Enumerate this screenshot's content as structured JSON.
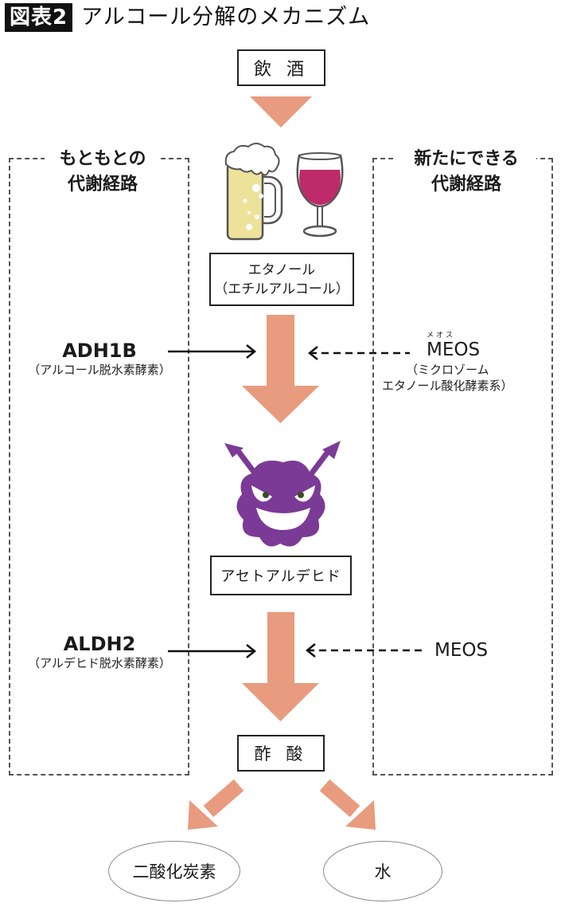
{
  "title": {
    "badge": "図表2",
    "text": "アルコール分解のメカニズム"
  },
  "colors": {
    "arrow_fill": "#E89B7E",
    "beer_fill": "#EDE29A",
    "wine_fill": "#BE2A6A",
    "devil_fill": "#7B3A96",
    "dash_border": "#555555"
  },
  "flow": {
    "drinking": "飲 酒",
    "ethanol": {
      "line1": "エタノール",
      "line2": "（エチルアルコール）"
    },
    "acetaldehyde": "アセトアルデヒド",
    "acetic_acid": "酢 酸",
    "products": [
      "二酸化炭素",
      "水"
    ]
  },
  "left_pathway": {
    "heading_line1": "もともとの",
    "heading_line2": "代謝経路",
    "enzymes": [
      {
        "name": "ADH1B",
        "desc": "（アルコール脱水素酵素）"
      },
      {
        "name": "ALDH2",
        "desc": "（アルデヒド脱水素酵素）"
      }
    ]
  },
  "right_pathway": {
    "heading_line1": "新たにできる",
    "heading_line2": "代謝経路",
    "enzymes": [
      {
        "name": "MEOS",
        "ruby": "メオス",
        "desc_line1": "（ミクロゾーム",
        "desc_line2": "エタノール酸化酵素系）"
      },
      {
        "name": "MEOS"
      }
    ]
  },
  "icons": [
    "beer-mug-icon",
    "wine-glass-icon",
    "devil-icon"
  ]
}
